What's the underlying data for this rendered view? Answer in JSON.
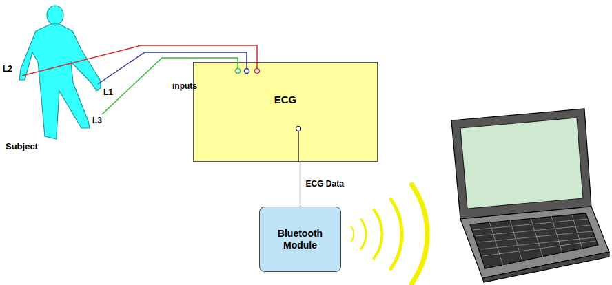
{
  "diagram": {
    "nodes": [
      {
        "text": [
          "ECG"
        ]
      },
      {
        "text": [
          "Bluetooth Module"
        ]
      }
    ],
    "edges": [
      {
        "from": 0,
        "to": 1,
        "arrow": "none",
        "label": "ECG Data"
      }
    ],
    "labels": [
      "L2",
      "L1",
      "inputs",
      "L3",
      "Subject"
    ]
  }
}
